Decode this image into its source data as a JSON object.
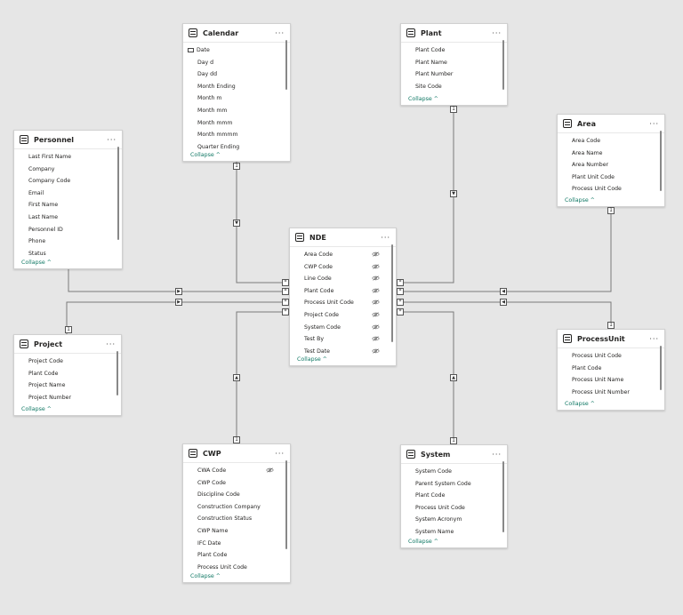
{
  "collapse_label": "Collapse",
  "more_label": "···",
  "tables": {
    "calendar": {
      "title": "Calendar",
      "fields": [
        "Date",
        "Day d",
        "Day dd",
        "Month Ending",
        "Month m",
        "Month mm",
        "Month mmm",
        "Month mmmm",
        "Quarter Ending"
      ]
    },
    "plant": {
      "title": "Plant",
      "fields": [
        "Plant Code",
        "Plant Name",
        "Plant Number",
        "Site Code"
      ]
    },
    "personnel": {
      "title": "Personnel",
      "fields": [
        "Last First Name",
        "Company",
        "Company Code",
        "Email",
        "First Name",
        "Last Name",
        "Personnel ID",
        "Phone",
        "Status"
      ]
    },
    "area": {
      "title": "Area",
      "fields": [
        "Area Code",
        "Area Name",
        "Area Number",
        "Plant Unit Code",
        "Process Unit Code"
      ]
    },
    "nde": {
      "title": "NDE",
      "fields": [
        "Area Code",
        "CWP Code",
        "Line Code",
        "Plant Code",
        "Process Unit Code",
        "Project Code",
        "System Code",
        "Test By",
        "Test Date"
      ]
    },
    "project": {
      "title": "Project",
      "fields": [
        "Project Code",
        "Plant Code",
        "Project Name",
        "Project Number"
      ]
    },
    "processunit": {
      "title": "ProcessUnit",
      "fields": [
        "Process Unit Code",
        "Plant Code",
        "Process Unit Name",
        "Process Unit Number"
      ]
    },
    "cwp": {
      "title": "CWP",
      "fields": [
        "CWA Code",
        "CWP Code",
        "Discipline Code",
        "Construction Company",
        "Construction Status",
        "CWP Name",
        "IFC Date",
        "Plant Code",
        "Process Unit Code"
      ]
    },
    "system": {
      "title": "System",
      "fields": [
        "System Code",
        "Parent System Code",
        "Plant Code",
        "Process Unit Code",
        "System Acronym",
        "System Name"
      ]
    }
  },
  "cardinality": {
    "one": "1",
    "many": "*"
  },
  "colors": {
    "accent": "#117865",
    "line": "#7a7a7a",
    "background": "#e6e6e6"
  },
  "icons": {
    "table": "table-icon",
    "hidden": "eye-slash-icon",
    "calendar": "calendar-icon",
    "more": "more-icon",
    "chevron": "chevron-up-icon"
  }
}
